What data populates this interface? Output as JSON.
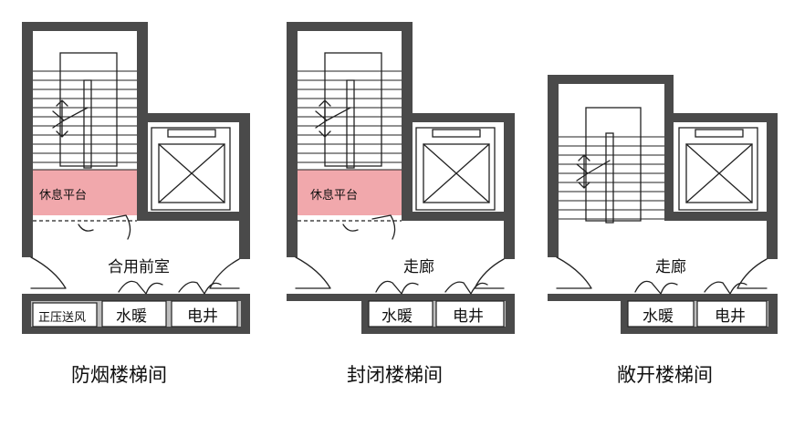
{
  "diagrams": [
    {
      "title": "防烟楼梯间",
      "rest_platform": "休息平台",
      "lobby": "合用前室",
      "rooms": [
        "正压送风",
        "水暖",
        "电井"
      ]
    },
    {
      "title": "封闭楼梯间",
      "rest_platform": "休息平台",
      "lobby": "走廊",
      "rooms": [
        "水暖",
        "电井"
      ]
    },
    {
      "title": "敞开楼梯间",
      "lobby": "走廊",
      "rooms": [
        "水暖",
        "电井"
      ]
    }
  ],
  "colors": {
    "wall": "#4a4a4a",
    "rest_platform_fill": "#ef9ea3",
    "line": "#222222"
  }
}
